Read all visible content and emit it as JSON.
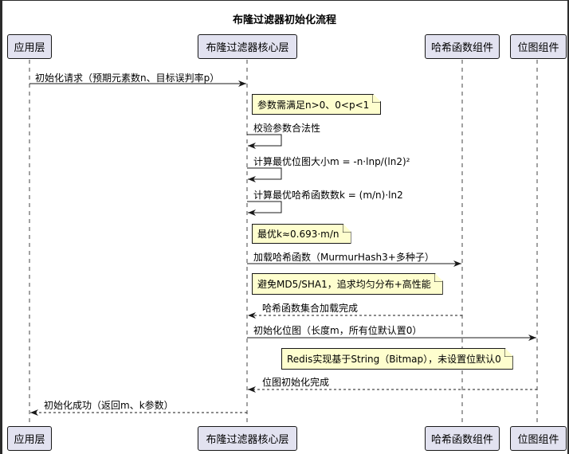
{
  "title": "布隆过滤器初始化流程",
  "participants": [
    "应用层",
    "布隆过滤器核心层",
    "哈希函数组件",
    "位图组件"
  ],
  "messages": [
    "初始化请求（预期元素数n、目标误判率p）",
    "校验参数合法性",
    "计算最优位图大小m = -n·lnp/(ln2)²",
    "计算最优哈希函数数k = (m/n)·ln2",
    "加载哈希函数（MurmurHash3+多种子）",
    "哈希函数集合加载完成",
    "初始化位图（长度m，所有位默认置0）",
    "位图初始化完成",
    "初始化成功（返回m、k参数）"
  ],
  "notes": [
    "参数需满足n>0、0<p<1",
    "最优k≈0.693·m/n",
    "避免MD5/SHA1，追求均匀分布+高性能",
    "Redis实现基于String（Bitmap），未设置位默认0"
  ]
}
